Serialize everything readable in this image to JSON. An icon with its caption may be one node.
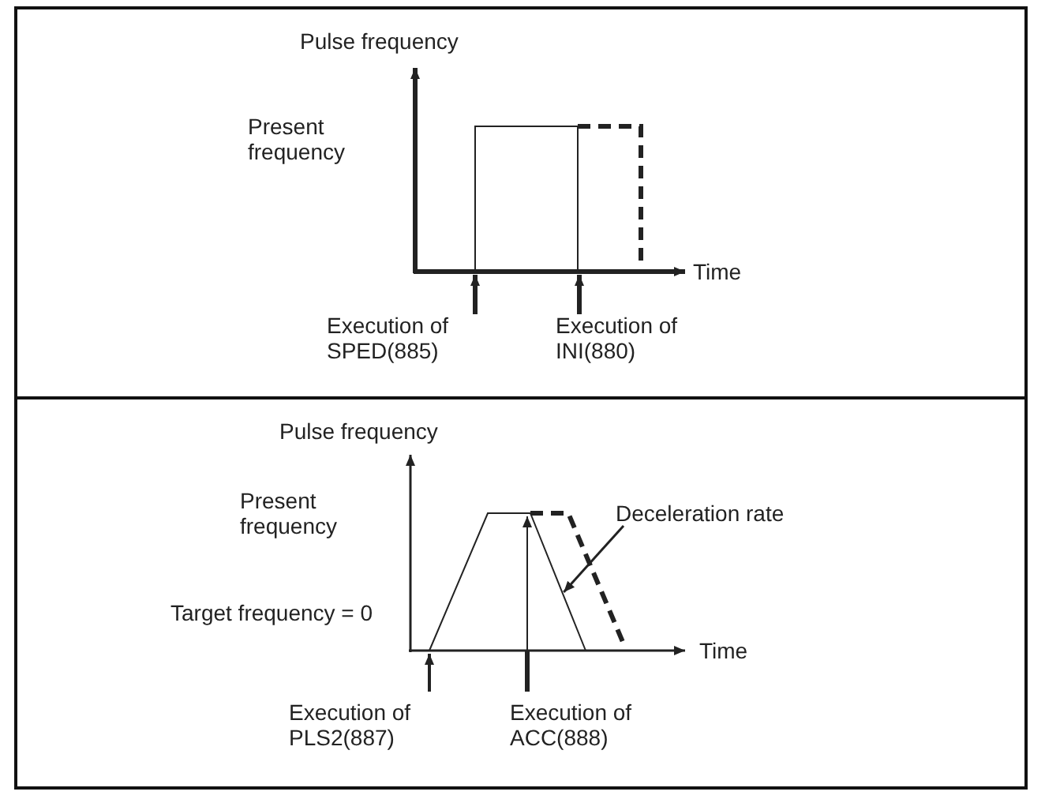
{
  "diagram": {
    "nodes": [
      {
        "text": [
          "Deceleration rate"
        ]
      },
      {
        "text": [],
        "shape": "line"
      }
    ],
    "edges": [
      {
        "from": 0,
        "to": 1,
        "arrow": "to"
      }
    ],
    "labels": [
      "Pulse frequency",
      "Present frequency",
      "Time",
      "Execution of SPED(885)",
      "Execution of INI(880)",
      "Pulse frequency",
      "Present frequency",
      "Target frequency = 0",
      "Time",
      "Execution of PLS2(887)",
      "Execution of ACC(888)"
    ]
  }
}
